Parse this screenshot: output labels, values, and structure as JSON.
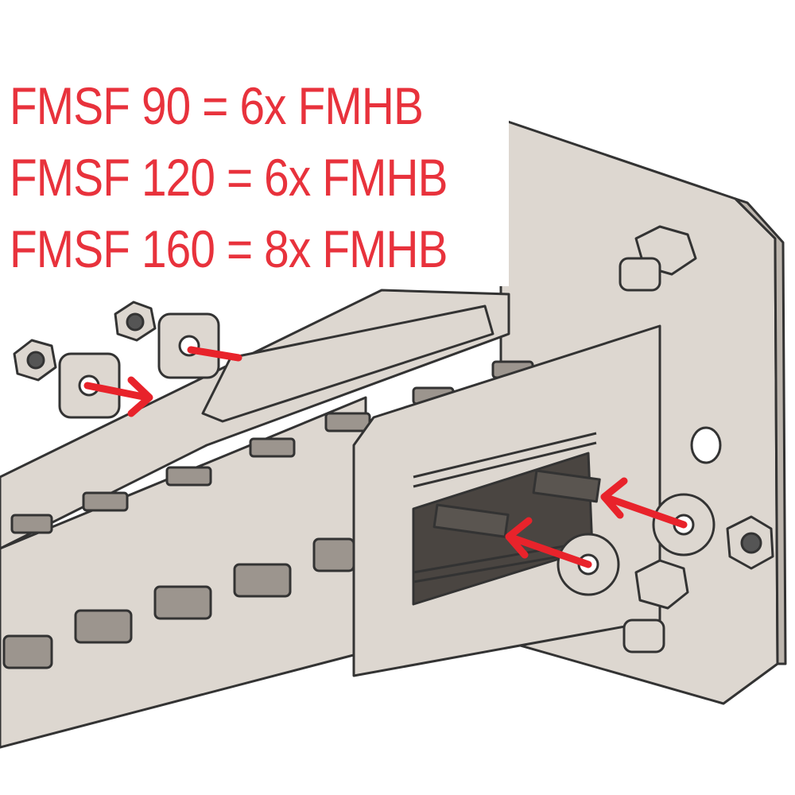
{
  "annotation": {
    "lines": [
      "FMSF 90 = 6x FMHB",
      "FMSF 120 = 6x FMHB",
      "FMSF 160 = 8x FMHB"
    ]
  },
  "colors": {
    "text": "#e8323c",
    "arrow": "#e8232b",
    "metal": "#ddd7d0",
    "outline": "#333333"
  }
}
